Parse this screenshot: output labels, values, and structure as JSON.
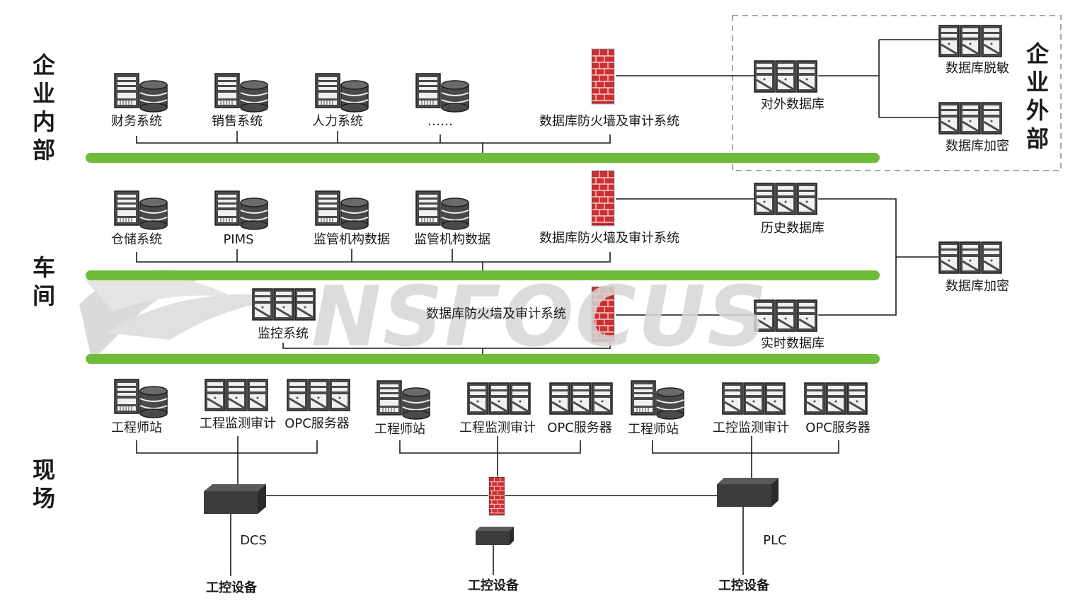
{
  "zones": {
    "enterprise_internal": "企业内部",
    "enterprise_external": "企业外部",
    "workshop": "车间",
    "field": "现场"
  },
  "watermark": {
    "text": "NSFOCUS"
  },
  "internal_row": {
    "finance": "财务系统",
    "sales": "销售系统",
    "hr": "人力系统",
    "more": "……",
    "firewall": "数据库防火墙及审计系统",
    "external_db": "对外数据库",
    "desensitize": "数据库脱敏",
    "encrypt": "数据库加密"
  },
  "workshop_row": {
    "storage": "仓储系统",
    "pims": "PIMS",
    "regulator1": "监管机构数据",
    "regulator2": "监管机构数据",
    "firewall": "数据库防火墙及审计系统",
    "history_db": "历史数据库",
    "encrypt": "数据库加密"
  },
  "monitor_row": {
    "monitor": "监控系统",
    "firewall": "数据库防火墙及审计系统",
    "realtime_db": "实时数据库"
  },
  "field_row": {
    "eng1": "工程师站",
    "audit1": "工程监测审计",
    "opc1": "OPC服务器",
    "eng2": "工程师站",
    "audit2": "工程监测审计",
    "opc2": "OPC服务器",
    "eng3": "工程师站",
    "audit3": "工控监测审计",
    "opc3": "OPC服务器",
    "dcs": "DCS",
    "plc": "PLC",
    "device1": "工控设备",
    "device2": "工控设备",
    "device3": "工控设备"
  },
  "colors": {
    "bus_green": "#6fbb3a",
    "firewall_red": "#d33434",
    "device_dark": "#3c3c3c",
    "dashed_border": "#a8a8a8",
    "watermark_gray": "#d6d6d6"
  }
}
